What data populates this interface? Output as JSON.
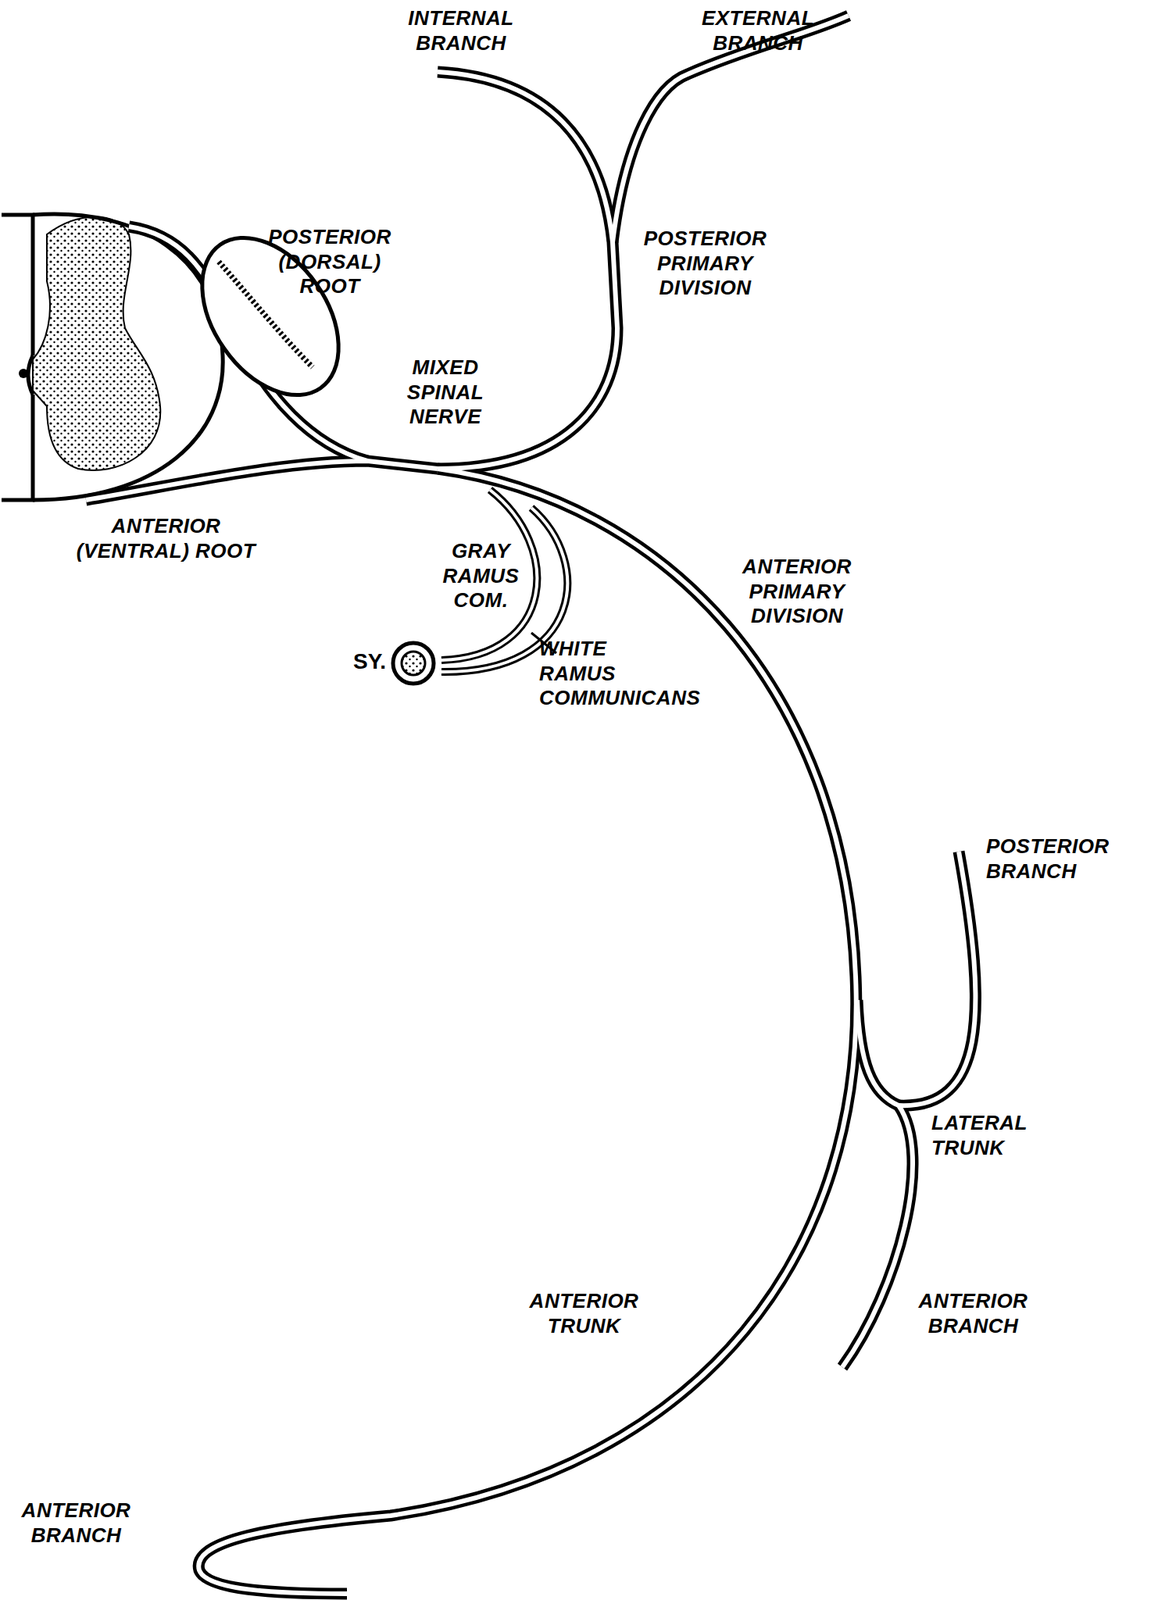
{
  "diagram": {
    "nodes": [
      {
        "text": [
          "SY."
        ]
      }
    ],
    "labels": [
      "INTERNAL BRANCH",
      "EXTERNAL BRANCH",
      "POSTERIOR (DORSAL) ROOT",
      "POSTERIOR PRIMARY DIVISION",
      "MIXED SPINAL NERVE",
      "ANTERIOR (VENTRAL) ROOT",
      "GRAY RAMUS COM.",
      "WHITE RAMUS COMMUNICANS",
      "ANTERIOR PRIMARY DIVISION",
      "POSTERIOR BRANCH",
      "LATERAL TRUNK",
      "ANTERIOR TRUNK",
      "ANTERIOR BRANCH",
      "ANTERIOR BRANCH"
    ]
  }
}
